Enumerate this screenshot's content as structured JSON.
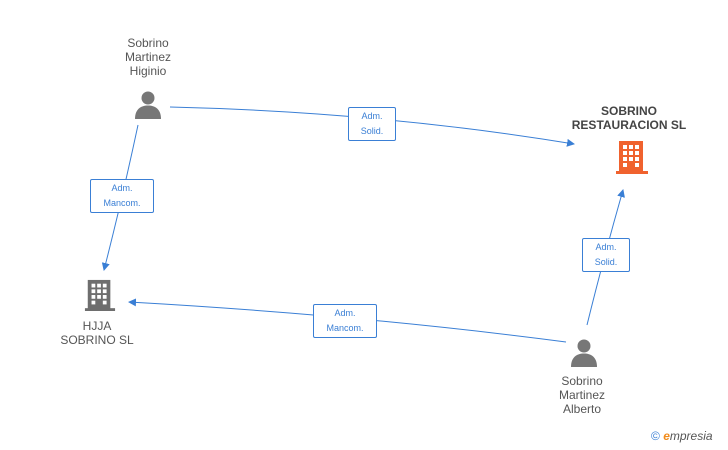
{
  "nodes": {
    "higinio": {
      "lines": [
        "Sobrino",
        "Martinez",
        "Higinio"
      ]
    },
    "alberto": {
      "lines": [
        "Sobrino",
        "Martinez",
        "Alberto"
      ]
    },
    "restauracion": {
      "lines": [
        "SOBRINO",
        "RESTAURACION SL"
      ]
    },
    "hjja": {
      "lines": [
        "HJJA",
        "SOBRINO SL"
      ]
    }
  },
  "edges": {
    "higinio_restauracion": [
      "Adm.",
      "Solid."
    ],
    "higinio_hjja": [
      "Adm.",
      "Mancom."
    ],
    "alberto_restauracion": [
      "Adm.",
      "Solid."
    ],
    "alberto_hjja": [
      "Adm.",
      "Mancom."
    ]
  },
  "colors": {
    "edge": "#3a7fd5",
    "person_icon": "#777777",
    "company_icon": "#6e6e6e",
    "main_company_icon": "#f0622e"
  },
  "footer": {
    "copyright": "©",
    "brand_e": "e",
    "brand_rest": "mpresia"
  }
}
